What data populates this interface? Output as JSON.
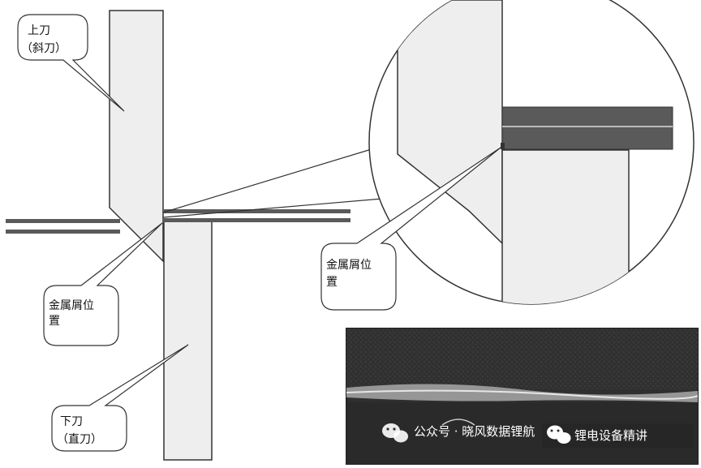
{
  "callouts": {
    "upper_blade": {
      "line1": "上刀",
      "line2": "（斜刀）"
    },
    "burr_left": {
      "line1": "金属屑位",
      "line2": "置"
    },
    "burr_right": {
      "line1": "金属屑位",
      "line2": "置"
    },
    "lower_blade": {
      "line1": "下刀",
      "line2": "（直刀）"
    }
  },
  "watermarks": {
    "text1": "公众号 · 晓风数据锂航",
    "text2": "锂电设备精讲",
    "icon": "wechat-icon"
  },
  "colors": {
    "blade_fill": "#eeeeee",
    "outline": "#333333",
    "foil_dark": "#5a5a5a",
    "photo_bg": "#2f2f2f"
  }
}
